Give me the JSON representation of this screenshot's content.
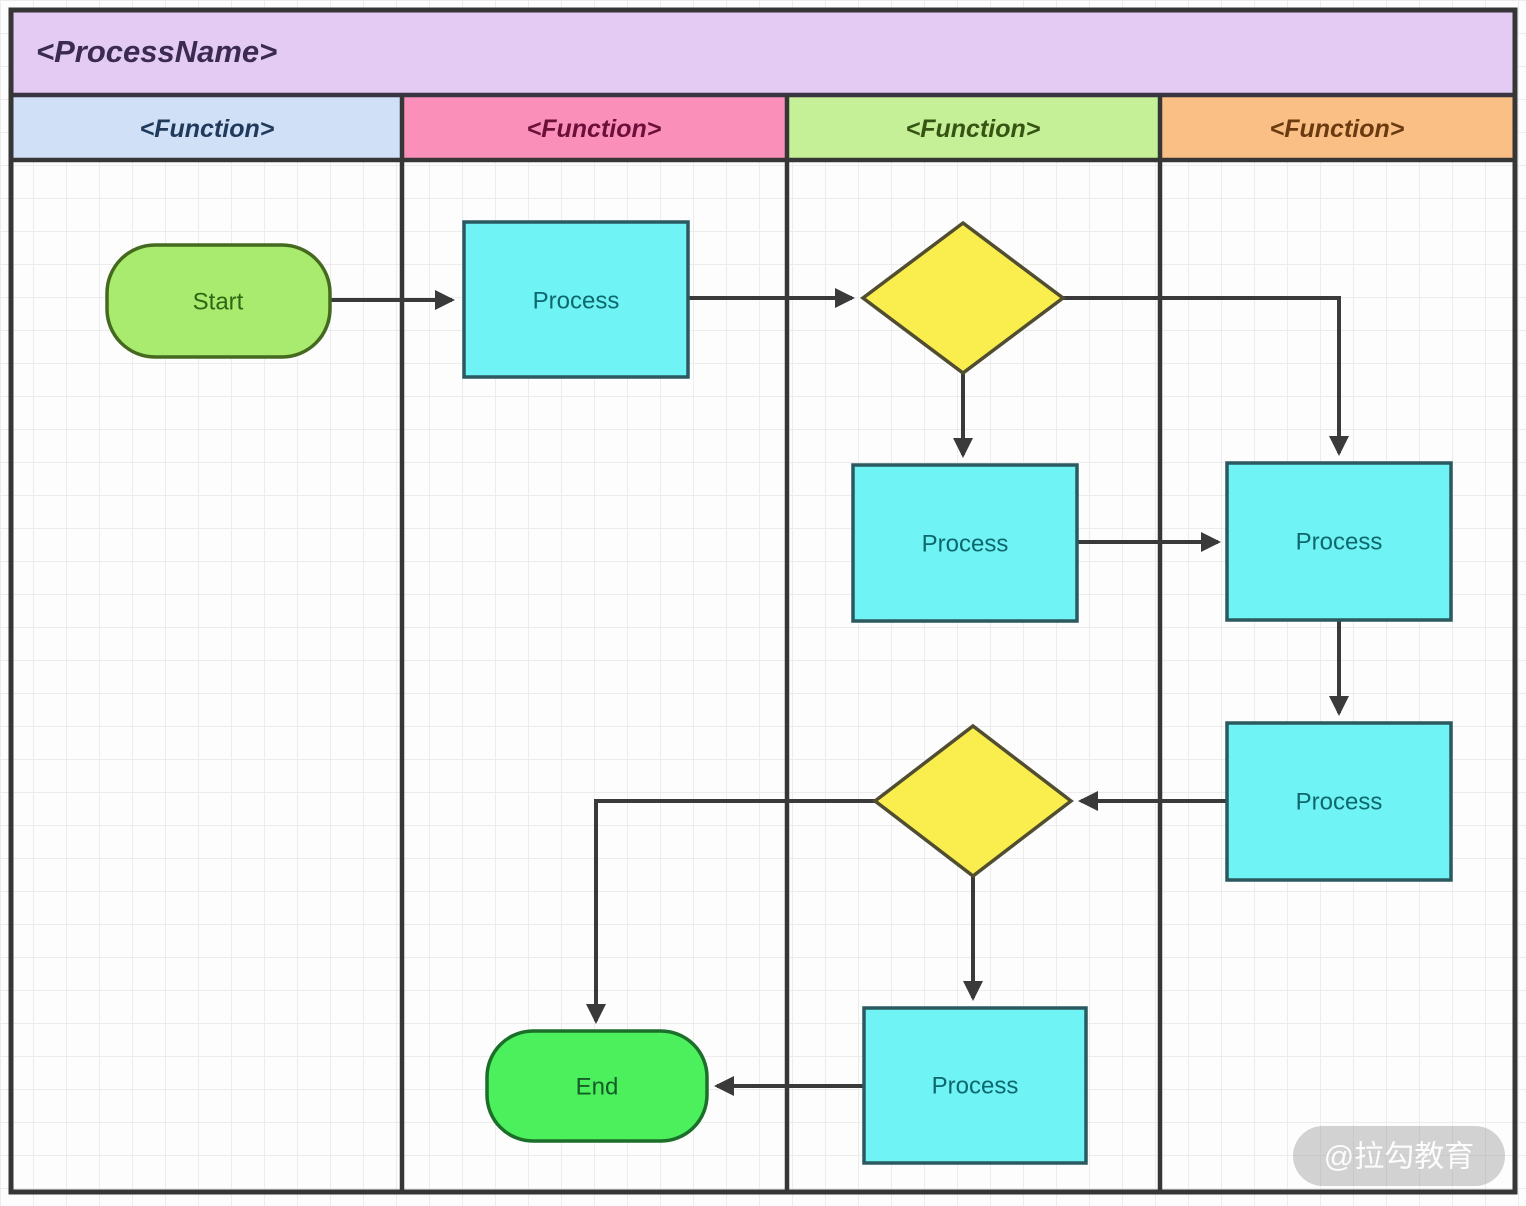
{
  "title": "<ProcessName>",
  "title_bg": "#e4cbf4",
  "lanes": [
    {
      "label": "<Function>",
      "bg": "#cfe0f7"
    },
    {
      "label": "<Function>",
      "bg": "#fa8fba"
    },
    {
      "label": "<Function>",
      "bg": "#c6f098"
    },
    {
      "label": "<Function>",
      "bg": "#f9bf85"
    }
  ],
  "nodes": [
    {
      "id": "start",
      "type": "terminator",
      "lane": 1,
      "label": "Start",
      "fill": "#a9eb6e"
    },
    {
      "id": "process-1",
      "type": "process",
      "lane": 2,
      "label": "Process",
      "fill": "#70f3f5"
    },
    {
      "id": "decision-1",
      "type": "decision",
      "lane": 3,
      "label": "",
      "fill": "#f9ee4e"
    },
    {
      "id": "process-2",
      "type": "process",
      "lane": 3,
      "label": "Process",
      "fill": "#70f3f5"
    },
    {
      "id": "process-3",
      "type": "process",
      "lane": 4,
      "label": "Process",
      "fill": "#70f3f5"
    },
    {
      "id": "process-4",
      "type": "process",
      "lane": 4,
      "label": "Process",
      "fill": "#70f3f5"
    },
    {
      "id": "decision-2",
      "type": "decision",
      "lane": 3,
      "label": "",
      "fill": "#f9ee4e"
    },
    {
      "id": "process-5",
      "type": "process",
      "lane": 3,
      "label": "Process",
      "fill": "#70f3f5"
    },
    {
      "id": "end",
      "type": "terminator",
      "lane": 2,
      "label": "End",
      "fill": "#4bf05c"
    }
  ],
  "edges": [
    {
      "from": "start",
      "to": "process-1"
    },
    {
      "from": "process-1",
      "to": "decision-1"
    },
    {
      "from": "decision-1",
      "to": "process-2"
    },
    {
      "from": "decision-1",
      "to": "process-3"
    },
    {
      "from": "process-2",
      "to": "process-3"
    },
    {
      "from": "process-3",
      "to": "process-4"
    },
    {
      "from": "process-4",
      "to": "decision-2"
    },
    {
      "from": "decision-2",
      "to": "end"
    },
    {
      "from": "decision-2",
      "to": "process-5"
    },
    {
      "from": "process-5",
      "to": "end"
    }
  ],
  "watermark": "@拉勾教育",
  "colors": {
    "line": "#3a3a3a",
    "frame": "#363636",
    "grid": "#ececec"
  }
}
